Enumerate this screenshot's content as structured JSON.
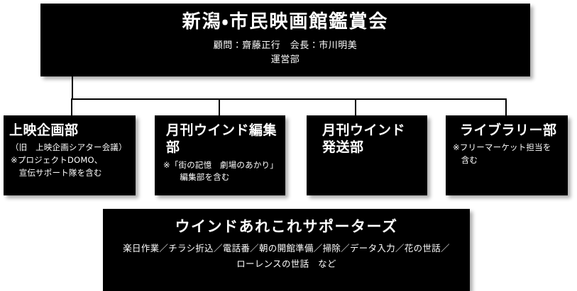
{
  "chart": {
    "title": "新潟・市民映画館鑑賞会",
    "root": {
      "name": "新潟・市民映画館鑑賞会",
      "officers": "顧問：齋藤正行　会長：市川明美",
      "unit": "運営部"
    },
    "departments": [
      {
        "name": "上映企画部",
        "notes": [
          "（旧　上映企画シアター会議）",
          "※プロジェクトDOMO、",
          "　宣伝サポート隊を含む"
        ]
      },
      {
        "name": "月刊ウインド編集部",
        "notes": [
          "※「街の記憶　劇場のあかり」",
          "　　編集部を含む"
        ]
      },
      {
        "name": "月刊ウインド\n発送部",
        "notes": []
      },
      {
        "name": "ライブラリー部",
        "notes": [
          "※フリーマーケット担当を",
          "　含む"
        ]
      }
    ],
    "supporters": {
      "name": "ウインドあれこれサポーターズ",
      "tasks_line_1": "楽日作業／チラシ折込／電話番／朝の開館準備／掃除／データ入力／花の世話／",
      "tasks_line_2": "ローレンスの世話　など"
    },
    "colors": {
      "node_background": "#000000",
      "node_text": "#ffffff",
      "canvas_background": "#ffffff",
      "connector": "#000000"
    }
  }
}
